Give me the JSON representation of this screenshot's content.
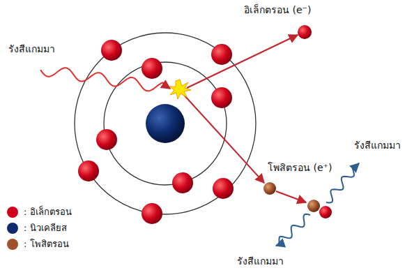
{
  "diagram": {
    "labels": [
      "รังสีแกมมา",
      "อิเล็กตรอน (e⁻)",
      "โพสิตรอน (e⁺)",
      "รังสีแกมมา",
      "รังสีแกมมา"
    ],
    "legend": [
      {
        "text": ": อิเล็กตรอน",
        "color": "#d0021b"
      },
      {
        "text": ": นิวเคลียส",
        "color": "#0d2b6e"
      },
      {
        "text": ": โพสิตรอน",
        "color": "#a0522d"
      }
    ]
  }
}
